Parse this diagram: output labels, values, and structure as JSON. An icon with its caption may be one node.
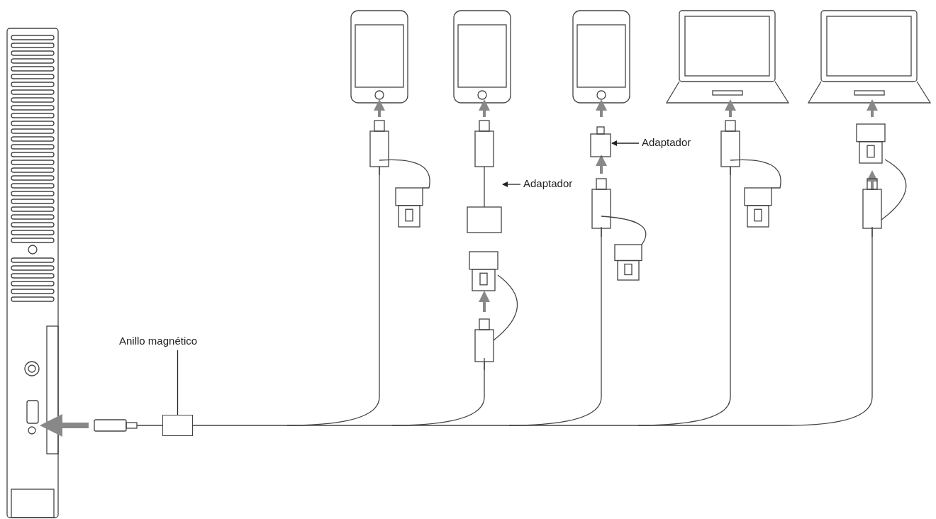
{
  "diagram": {
    "nodes": [
      {
        "text": [
          "Anillo magnético"
        ]
      },
      {
        "text": [],
        "shape": "box"
      },
      {
        "text": [
          "Adaptador"
        ]
      },
      {
        "text": [],
        "shape": "box"
      },
      {
        "text": [
          "Adaptador"
        ]
      },
      {
        "text": [],
        "shape": "box"
      }
    ],
    "edges": [
      {
        "from": 0,
        "to": 1,
        "arrow": "none"
      },
      {
        "from": 2,
        "to": 3,
        "arrow": "to"
      },
      {
        "from": 4,
        "to": 5,
        "arrow": "to"
      }
    ]
  }
}
